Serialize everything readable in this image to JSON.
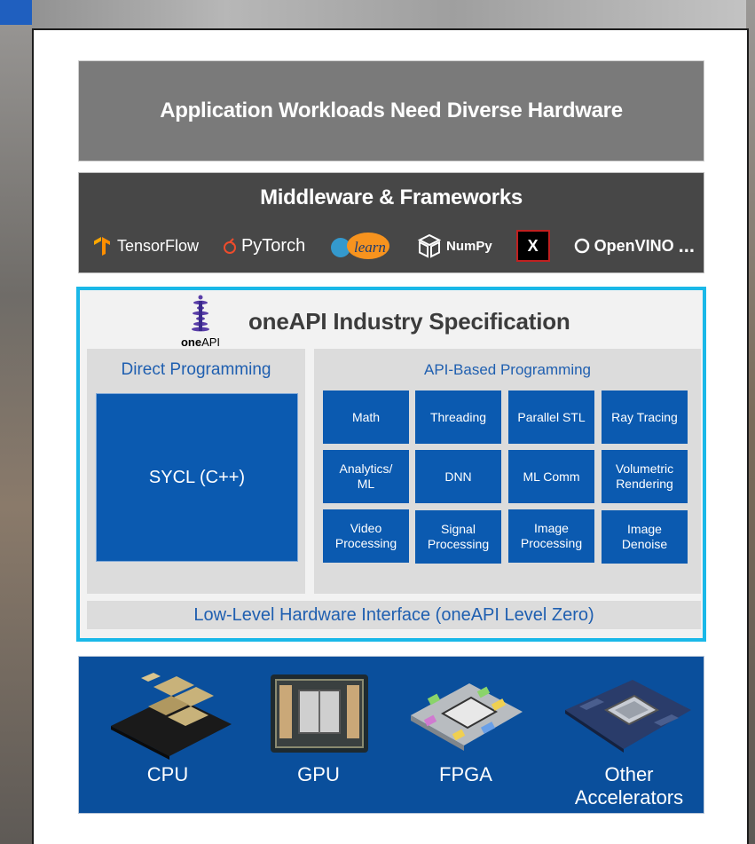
{
  "app_band": {
    "title": "Application Workloads Need Diverse Hardware"
  },
  "middleware": {
    "title": "Middleware & Frameworks",
    "frameworks": [
      {
        "name": "TensorFlow",
        "icon": "tensorflow-icon"
      },
      {
        "name": "PyTorch",
        "icon": "pytorch-icon"
      },
      {
        "name": "learn",
        "icon": "scikit-learn-icon"
      },
      {
        "name": "NumPy",
        "icon": "numpy-icon"
      },
      {
        "name": "X",
        "icon": "xgboost-icon"
      },
      {
        "name": "OpenVINO",
        "icon": "openvino-icon"
      }
    ],
    "more": "..."
  },
  "spec": {
    "logo_word_bold": "one",
    "logo_word_rest": "API",
    "title": "oneAPI Industry Specification",
    "direct": {
      "title": "Direct Programming",
      "sycl": "SYCL (C++)"
    },
    "api": {
      "title": "API-Based Programming",
      "tiles": [
        "Math",
        "Threading",
        "Parallel STL",
        "Ray Tracing",
        "Analytics/\nML",
        "DNN",
        "ML Comm",
        "Volumetric\nRendering",
        "Video\nProcessing",
        "Signal\nProcessing",
        "Image\nProcessing",
        "Image\nDenoise"
      ]
    },
    "low_level": "Low-Level Hardware Interface (oneAPI Level Zero)"
  },
  "hardware": {
    "items": [
      {
        "label": "CPU"
      },
      {
        "label": "GPU"
      },
      {
        "label": "FPGA"
      },
      {
        "label": "Other\nAccelerators"
      }
    ]
  },
  "colors": {
    "spec_border": "#1ab8e8",
    "tile_blue": "#0b5ab0",
    "label_blue": "#1f5fb0",
    "hardware_blue": "#0a4f9c",
    "pytorch_orange": "#ee4c2c",
    "tensorflow_orange": "#ff8f00"
  }
}
